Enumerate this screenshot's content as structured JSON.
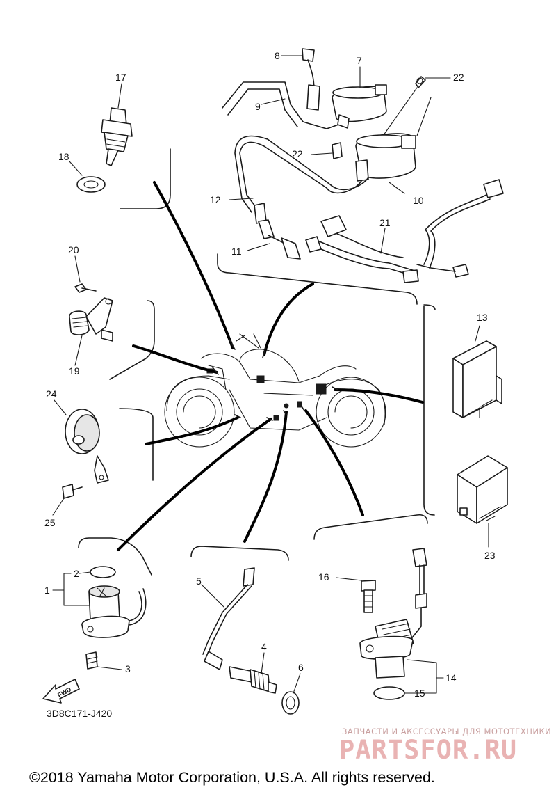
{
  "diagram": {
    "part_numbers": {
      "p1": "1",
      "p2": "2",
      "p3": "3",
      "p4": "4",
      "p5": "5",
      "p6": "6",
      "p7": "7",
      "p8": "8",
      "p9": "9",
      "p10": "10",
      "p11": "11",
      "p12": "12",
      "p13": "13",
      "p14": "14",
      "p15": "15",
      "p16": "16",
      "p17": "17",
      "p18": "18",
      "p19": "19",
      "p20": "20",
      "p21": "21",
      "p22a": "22",
      "p22b": "22",
      "p23": "23",
      "p24": "24",
      "p25": "25"
    },
    "fwd_label": "FWD",
    "drawing_code": "3D8C171-J420",
    "watermark_tagline": "ЗАПЧАСТИ И АКСЕССУАРЫ ДЛЯ МОТОТЕХНИКИ",
    "watermark_brand": "PARTSFOR.RU",
    "copyright": "©2018 Yamaha Motor Corporation, U.S.A. All rights reserved."
  },
  "colors": {
    "line": "#1a1a1a",
    "watermark": "#e9b3b3",
    "background": "#ffffff"
  }
}
